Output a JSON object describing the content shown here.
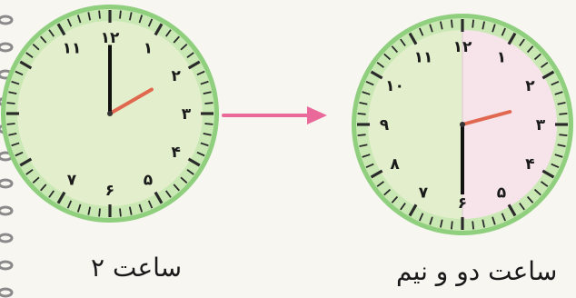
{
  "colors": {
    "face_fill": "#e3efcc",
    "rim_outer": "#8fcf7e",
    "rim_inner": "#c9e8b4",
    "pink_half": "#f6e4ea",
    "hour_hand": "#111111",
    "minute_hand_accent": "#e0684f",
    "arrow": "#e96a9a",
    "numerals": "#1a1a1a"
  },
  "clock_left": {
    "numerals": [
      "۱۲",
      "۱",
      "۲",
      "۳",
      "۴",
      "۵",
      "۶",
      "۷",
      "",
      "",
      "",
      "۱۱"
    ],
    "hour_value": 2,
    "minute_value": 0,
    "caption": "ساعت ۲"
  },
  "clock_right": {
    "numerals": [
      "۱۲",
      "۱",
      "۲",
      "۳",
      "۴",
      "۵",
      "۶",
      "۷",
      "۸",
      "۹",
      "۱۰",
      "۱۱"
    ],
    "hour_value": 2.5,
    "minute_value": 30,
    "caption": "ساعت دو و نیم"
  },
  "icons": {
    "arrow": "right-arrow-icon",
    "spiral": "spiral-binding-icon"
  }
}
